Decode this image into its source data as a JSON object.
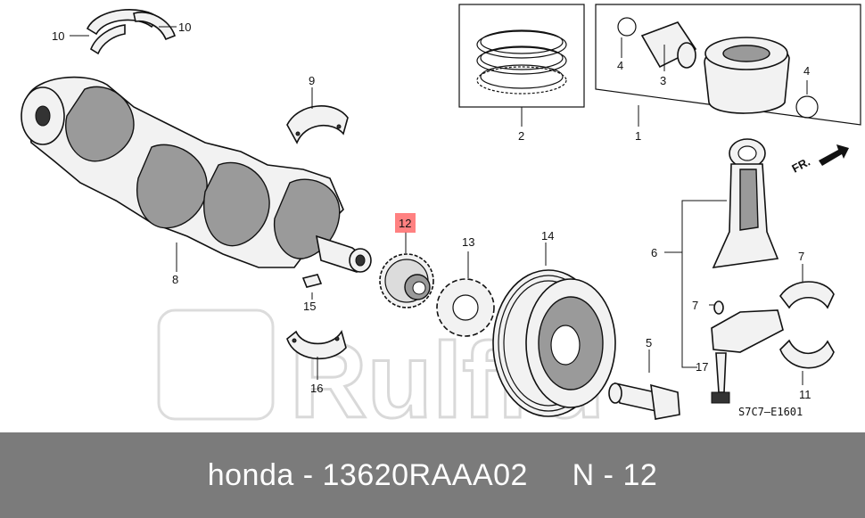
{
  "diagram": {
    "callouts": [
      {
        "id": "c10a",
        "text": "10"
      },
      {
        "id": "c10b",
        "text": "10"
      },
      {
        "id": "c9",
        "text": "9"
      },
      {
        "id": "c8",
        "text": "8"
      },
      {
        "id": "c2",
        "text": "2"
      },
      {
        "id": "c1",
        "text": "1"
      },
      {
        "id": "c3",
        "text": "3"
      },
      {
        "id": "c4a",
        "text": "4"
      },
      {
        "id": "c4b",
        "text": "4"
      },
      {
        "id": "c12",
        "text": "12"
      },
      {
        "id": "c13",
        "text": "13"
      },
      {
        "id": "c14",
        "text": "14"
      },
      {
        "id": "c6",
        "text": "6"
      },
      {
        "id": "c7a",
        "text": "7"
      },
      {
        "id": "c7b",
        "text": "7"
      },
      {
        "id": "c17",
        "text": "17"
      },
      {
        "id": "c5",
        "text": "5"
      },
      {
        "id": "c15",
        "text": "15"
      },
      {
        "id": "c16",
        "text": "16"
      },
      {
        "id": "c11",
        "text": "11"
      }
    ],
    "front_arrow_label": "FR.",
    "reference_code": "S7C7—E1601",
    "watermark": "Rulfru",
    "highlight_color": "#ff6b6b"
  },
  "footer": {
    "caption": "honda - 13620RAAA02     N - 12"
  }
}
